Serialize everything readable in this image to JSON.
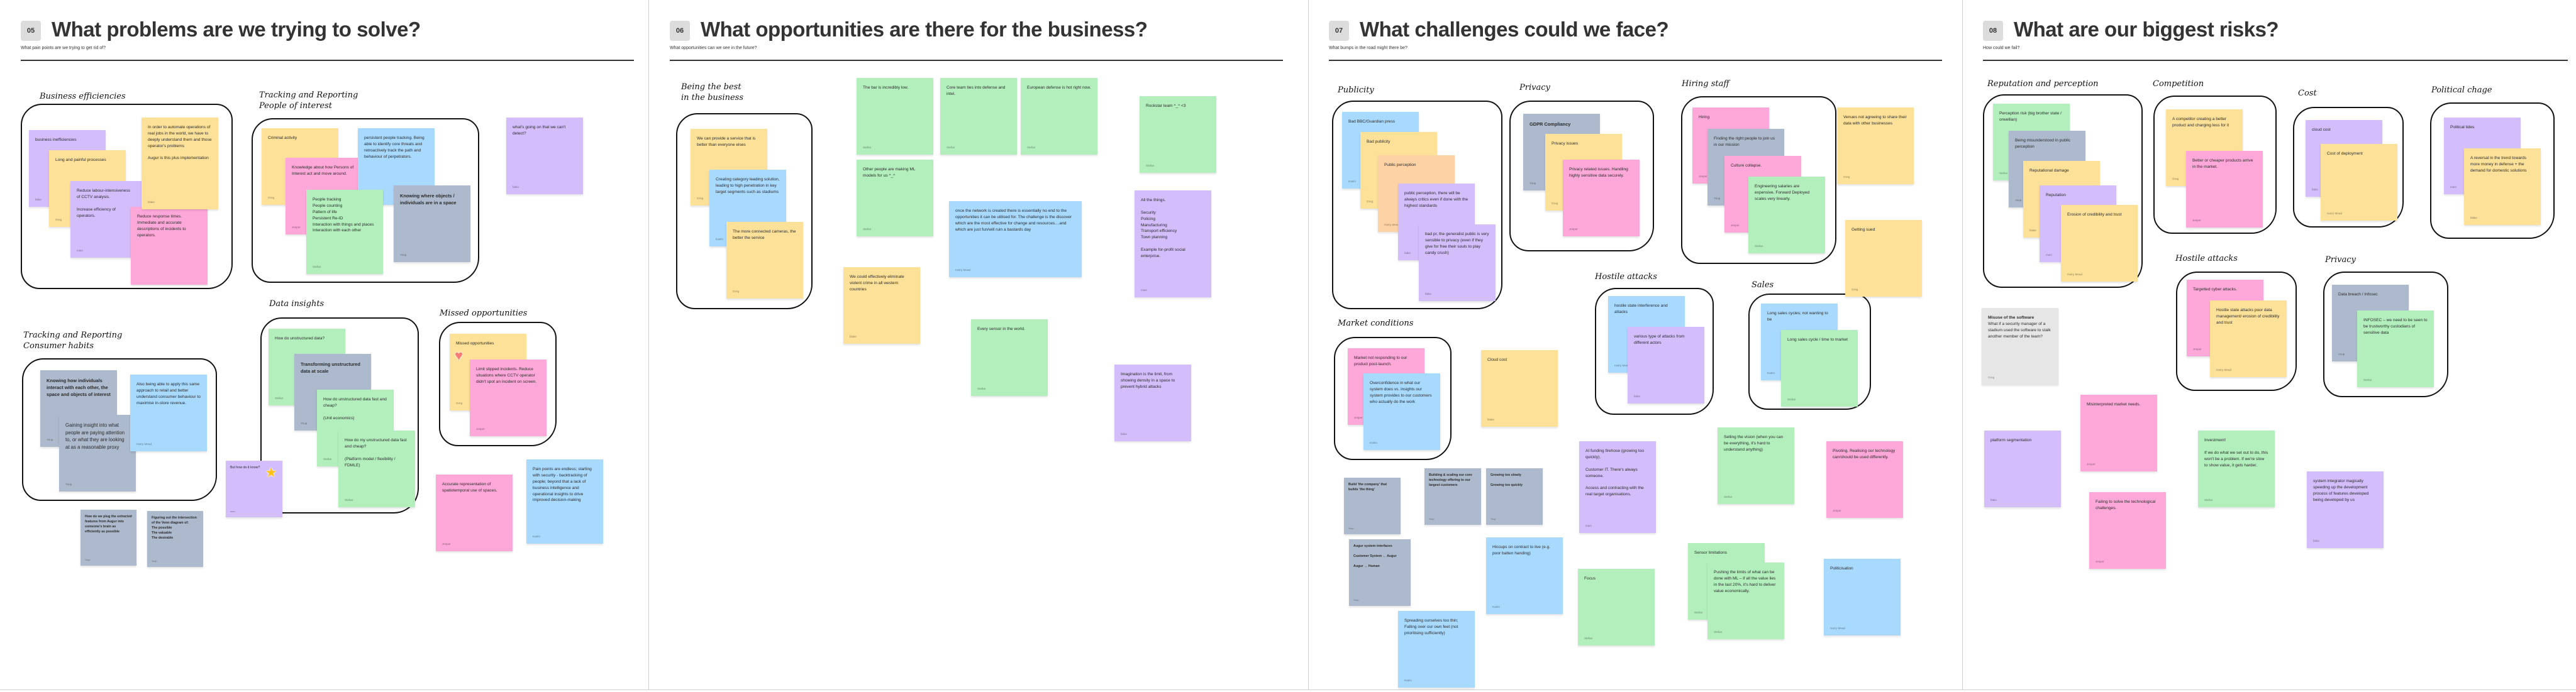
{
  "colors": {
    "yellow": "#fde199",
    "purple": "#d3bdfb",
    "pink": "#fda8d9",
    "green": "#b3efbd",
    "blue": "#a8d9fe",
    "gray": "#adbacd",
    "orange": "#fdd3a6",
    "lightgray": "#e6e6e6",
    "star": "#ffc21a",
    "heart": "#fa7b76"
  },
  "panels": [
    {
      "number": "05",
      "title": "What problems are we trying to solve?",
      "subtitle": "What pain points are we trying to get rid of?",
      "labels": [
        "Business efficiencies",
        "Tracking and Reporting\nPeople of interest",
        "Tracking and Reporting\nConsumer habits",
        "Data insights",
        "Missed opportunities"
      ],
      "notes": [
        {
          "color": "purple",
          "text": "business inefficiencies",
          "author": "fabio"
        },
        {
          "color": "yellow",
          "text": "Long and painful processes",
          "author": "Greg"
        },
        {
          "color": "purple",
          "text": "Reduce labour-intensiveness of CCTV analysis.\n\nIncrease efficiency of operators.",
          "author": "marc"
        },
        {
          "color": "pink",
          "text": "Reduce response times. Immediate and accurate descriptions of incidents to operators.",
          "author": ""
        },
        {
          "color": "yellow",
          "text": "In order to automate operations of real jobs in the world, we have to deeply understand them and those operator's problems\n\nAugur is this plus implementation",
          "author": "blake"
        },
        {
          "color": "yellow",
          "text": "Criminal activity",
          "author": "Greg"
        },
        {
          "color": "pink",
          "text": "Knowledge about how Persons of Interest act and move around.",
          "author": "Jesper"
        },
        {
          "color": "blue",
          "text": "persistent people tracking. Being able to identify core threats and retroactively track the path and behaviour of perpetrators.",
          "author": "Harry Mead"
        },
        {
          "color": "green",
          "text": "People tracking\nPeople counting\nPattern of life\nPersistent Re-ID\nInteraction with things and places\nInteraction with each other",
          "author": "Stefan"
        },
        {
          "color": "gray",
          "style": "bold",
          "text": "Knowing where objects / individuals are in a space",
          "author": "Youp"
        },
        {
          "color": "purple",
          "text": "what's going on that we can't detect?",
          "author": "fabio"
        },
        {
          "color": "gray",
          "style": "bold",
          "text": "Knowing how individuals interact with each other, the space and objects of interest",
          "author": "Youp"
        },
        {
          "color": "gray",
          "style": "big",
          "text": "Gaining insight into what people are paying attention to, or what they are looking at as a reasonable proxy",
          "author": "Youp"
        },
        {
          "color": "blue",
          "text": "Also being able to apply this same approach to retail and better understand consumer behaviour to maximise in-store revenue.",
          "author": "Harry Mead"
        },
        {
          "color": "gray",
          "style": "small bold",
          "text": "How do we plug the extracted features from Augur into someone's brain as efficiently as possible",
          "author": "Youp"
        },
        {
          "color": "gray",
          "style": "small bold",
          "text": "Figuring out the intersection of the Venn diagram of:\nThe possible\nThe valuable\nThe desirable",
          "author": "Youp"
        },
        {
          "color": "purple",
          "style": "small",
          "text": "But how do it know?",
          "author": "marc",
          "sticker": "star"
        },
        {
          "color": "green",
          "text": "How do unstructured data?",
          "author": "Stefan"
        },
        {
          "color": "gray",
          "style": "bold",
          "text": "Transforming unstructured data at scale",
          "author": "Youp"
        },
        {
          "color": "green",
          "text": "How do unstructured data fast and cheap?\n\n(Unit economics)",
          "author": "Stefan"
        },
        {
          "color": "green",
          "text": "How do my unstructured data fast and cheap?\n\n(Platform model / flexibility / FDMLE)",
          "author": "Stefan"
        },
        {
          "color": "yellow",
          "text": "Missed opportunities",
          "author": "Greg",
          "sticker": "heart"
        },
        {
          "color": "pink",
          "text": "Limit slipped incidents. Reduce situations where CCTV operator didn't spot an incident on screen.",
          "author": "Jesper"
        },
        {
          "color": "pink",
          "text": "Accurate representation of spatiotemporal use of spaces.",
          "author": "Jesper"
        },
        {
          "color": "blue",
          "text": "Pain points are endless; starting with security - backtracking of people; beyond that a lack of business intelligence and operational insights to drive improved decision-making",
          "author": "Katrin"
        }
      ]
    },
    {
      "number": "06",
      "title": "What opportunities are there for the business?",
      "subtitle": "What opportunities can we see in the future?",
      "labels": [
        "Being the best\nin the business"
      ],
      "notes": [
        {
          "color": "yellow",
          "text": "We can provide a service that is better than everyone elses",
          "author": "Greg"
        },
        {
          "color": "blue",
          "text": "Creating category leading solution, leading to high penetration in key target segments such as stadiums",
          "author": "Katrin"
        },
        {
          "color": "yellow",
          "text": "The more connected cameras, the better the service",
          "author": "Greg"
        },
        {
          "color": "green",
          "text": "The bar is incredibly low.",
          "author": "Stefan"
        },
        {
          "color": "green",
          "text": "Core team ties into defense and intel.",
          "author": "Stefan"
        },
        {
          "color": "green",
          "text": "European defense is hot right now.",
          "author": "Stefan"
        },
        {
          "color": "green",
          "text": "Other people are making ML models for us ^_^",
          "author": "Stefan"
        },
        {
          "color": "blue",
          "text": "once the network is created there is essentially no end to the opportunities it can be utilised for. The challenge is the discover which are the most effective for change and resources....and which are just fun/will ruin a bastards day",
          "author": "Harry Mead"
        },
        {
          "color": "yellow",
          "text": "We could effectively eliminate violent crime in all western countries",
          "author": "blake"
        },
        {
          "color": "green",
          "text": "Rockstar team ^_^ <3",
          "author": "Stefan"
        },
        {
          "color": "purple",
          "text": "All the things.\n\nSecurity\nPolicing\nManufacturing\nTransport efficiency\nTown planning\n\nExample for-profit social enterprise.",
          "author": "marc"
        },
        {
          "color": "green",
          "text": "Every sensor in the world.",
          "author": "Stefan"
        },
        {
          "color": "purple",
          "text": "Imagination is the limit, from showing density in a space to prevent hybrid attacks",
          "author": "fabio"
        }
      ]
    },
    {
      "number": "07",
      "title": "What challenges could we face?",
      "subtitle": "What bumps in the road might there be?",
      "labels": [
        "Publicity",
        "Privacy",
        "Hiring staff",
        "Hostile attacks",
        "Sales",
        "Market conditions"
      ],
      "notes": [
        {
          "color": "blue",
          "text": "Bad BBC/Guardian press",
          "author": "Katrin"
        },
        {
          "color": "yellow",
          "text": "Bad publicity",
          "author": "Greg"
        },
        {
          "color": "orange",
          "text": "Public perception",
          "author": "Harry Mead"
        },
        {
          "color": "purple",
          "text": "public perception, there will be always critics even if done with the highest standards",
          "author": "fabio"
        },
        {
          "color": "purple",
          "text": "bad pr, the generalist public is very sensible to privacy (even if they give for free their souls to play candy crush)",
          "author": "fabio"
        },
        {
          "color": "gray",
          "style": "bold",
          "text": "GDPR Compliancy",
          "author": "Youp"
        },
        {
          "color": "yellow",
          "text": "Privacy issues",
          "author": "Greg"
        },
        {
          "color": "pink",
          "text": "Privacy related issues. Handling highly sensitive data securely.",
          "author": "Jesper"
        },
        {
          "color": "pink",
          "text": "Hiring",
          "author": "Jesper"
        },
        {
          "color": "gray",
          "text": "Finding the right people to join us in our mission",
          "author": "Youp"
        },
        {
          "color": "pink",
          "text": "Culture collapse.",
          "author": "Jesper"
        },
        {
          "color": "green",
          "text": "Engineering salaries are expensive. Forward Deployed scales very linearly.",
          "author": "Stefan"
        },
        {
          "color": "yellow",
          "text": "Venues not agreeing to share their data with other businesses",
          "author": "Greg"
        },
        {
          "color": "yellow",
          "text": "Getting sued",
          "author": "Greg"
        },
        {
          "color": "blue",
          "text": "hostile state interference and attacks",
          "author": "Harry Mead"
        },
        {
          "color": "purple",
          "text": "various type of attacks from different actors",
          "author": "fabio"
        },
        {
          "color": "blue",
          "text": "Long sales cycles; not wanting to be",
          "author": "Katrin"
        },
        {
          "color": "green",
          "text": "Long sales cycle / time to market",
          "author": "Stefan"
        },
        {
          "color": "pink",
          "text": "Market not responding to our product post-launch.",
          "author": "Jesper"
        },
        {
          "color": "blue",
          "text": "Overconfidence in what our system does vs. insights our system provides to our customers who actually do the work",
          "author": "Katrin"
        },
        {
          "color": "yellow",
          "text": "Cloud cost",
          "author": "blake"
        },
        {
          "color": "gray",
          "style": "small bold",
          "text": "Build 'the company' that builds 'the thing'",
          "author": "Youp"
        },
        {
          "color": "gray",
          "style": "small bold",
          "text": "Building & scaling our core technology offering to our largest customers",
          "author": "Youp"
        },
        {
          "color": "gray",
          "style": "small bold",
          "text": "Growing too slowly\n\nGrowing too quickly",
          "author": "Youp"
        },
        {
          "color": "gray",
          "style": "small bold",
          "text": "Augur system interfaces\n\nCustomer System ← Augur\n\nAugur → Human",
          "author": "Youp"
        },
        {
          "color": "blue",
          "text": "Hiccups on contract to live (e.g. poor batten handing)",
          "author": "Katrin"
        },
        {
          "color": "blue",
          "text": "Spreading ourselves too thin; Falling over our own feet (not prioritising sufficiently)",
          "author": "Katrin"
        },
        {
          "color": "purple",
          "text": "AI funding firehose (growing too quickly).\n\nCustomer IT. There's always someone.\n\nAccess and contracting with the real target organisations.",
          "author": "marc"
        },
        {
          "color": "green",
          "text": "Focus",
          "author": "Stefan"
        },
        {
          "color": "green",
          "text": "Selling the vision (when you can be everything, it's hard to understand anything)",
          "author": "Stefan"
        },
        {
          "color": "pink",
          "text": "Pivoting. Realising our technology can/should be used differently.",
          "author": "Jesper"
        },
        {
          "color": "green",
          "text": "Sensor limitations",
          "author": "Stefan"
        },
        {
          "color": "green",
          "text": "Pushing the limits of what can be done with ML – if all the value lies in the last 20%, it's hard to deliver value economically.",
          "author": "Stefan"
        },
        {
          "color": "blue",
          "text": "Politicisation",
          "author": "Harry Mead"
        }
      ]
    },
    {
      "number": "08",
      "title": "What are our biggest risks?",
      "subtitle": "How could we fail?",
      "labels": [
        "Reputation and perception",
        "Competition",
        "Hostile attacks",
        "Cost",
        "Political chage",
        "Privacy"
      ],
      "notes": [
        {
          "color": "green",
          "text": "Perception risk (big brother state / orwellian)",
          "author": "Stefan"
        },
        {
          "color": "gray",
          "text": "Being misunderstood in public perception",
          "author": "Youp"
        },
        {
          "color": "yellow",
          "text": "Reputational damage",
          "author": "blake"
        },
        {
          "color": "purple",
          "text": "Reputation",
          "author": "marc"
        },
        {
          "color": "yellow",
          "text": "Erosion of credibility and trust",
          "author": "Harry Mead"
        },
        {
          "color": "yellow",
          "text": "A competitor creating a better product and charging less for it",
          "author": "Greg"
        },
        {
          "color": "pink",
          "text": "Better or cheaper products arrive in the market.",
          "author": "Jesper"
        },
        {
          "color": "purple",
          "text": "cloud cost",
          "author": "fabio"
        },
        {
          "color": "yellow",
          "text": "Cost of deployment",
          "author": "Harry Mead"
        },
        {
          "color": "purple",
          "text": "Political tides",
          "author": "marc"
        },
        {
          "color": "yellow",
          "text": "A reversal in the trend towards more money in defense + the demand for domestic solutions",
          "author": "blake"
        },
        {
          "color": "pink",
          "text": "Targetted cyber attacks.",
          "author": "Jesper"
        },
        {
          "color": "yellow",
          "text": "Hostile state attacks poor data management/ erosion of credibility and trust",
          "author": "Harry Mead"
        },
        {
          "color": "gray",
          "text": "Data breach / Infosec",
          "author": "Youp"
        },
        {
          "color": "green",
          "text": "INFOSEC – we need to be seen to be trustworthy custodians of sensitive data",
          "author": "Stefan"
        },
        {
          "color": "lightgray",
          "heading": "Misuse of the software",
          "text": "What if a security manager of a stadium used the software to stalk another member of the team?",
          "author": "Greg"
        },
        {
          "color": "pink",
          "text": "Misinterpreted market needs.",
          "author": "Jesper"
        },
        {
          "color": "purple",
          "text": "platform segmentation",
          "author": "fabio"
        },
        {
          "color": "pink",
          "text": "Failing to solve the technological challenges.",
          "author": "Jesper"
        },
        {
          "color": "green",
          "text": "Investment!\n\nIf we do what we set out to do, this won't be a problem. If we're slow to show value, it gets harder.",
          "author": "Stefan"
        },
        {
          "color": "purple",
          "text": "system integrator magically speeding up the development process of features developed being developed by us",
          "author": "fabio"
        }
      ]
    }
  ]
}
